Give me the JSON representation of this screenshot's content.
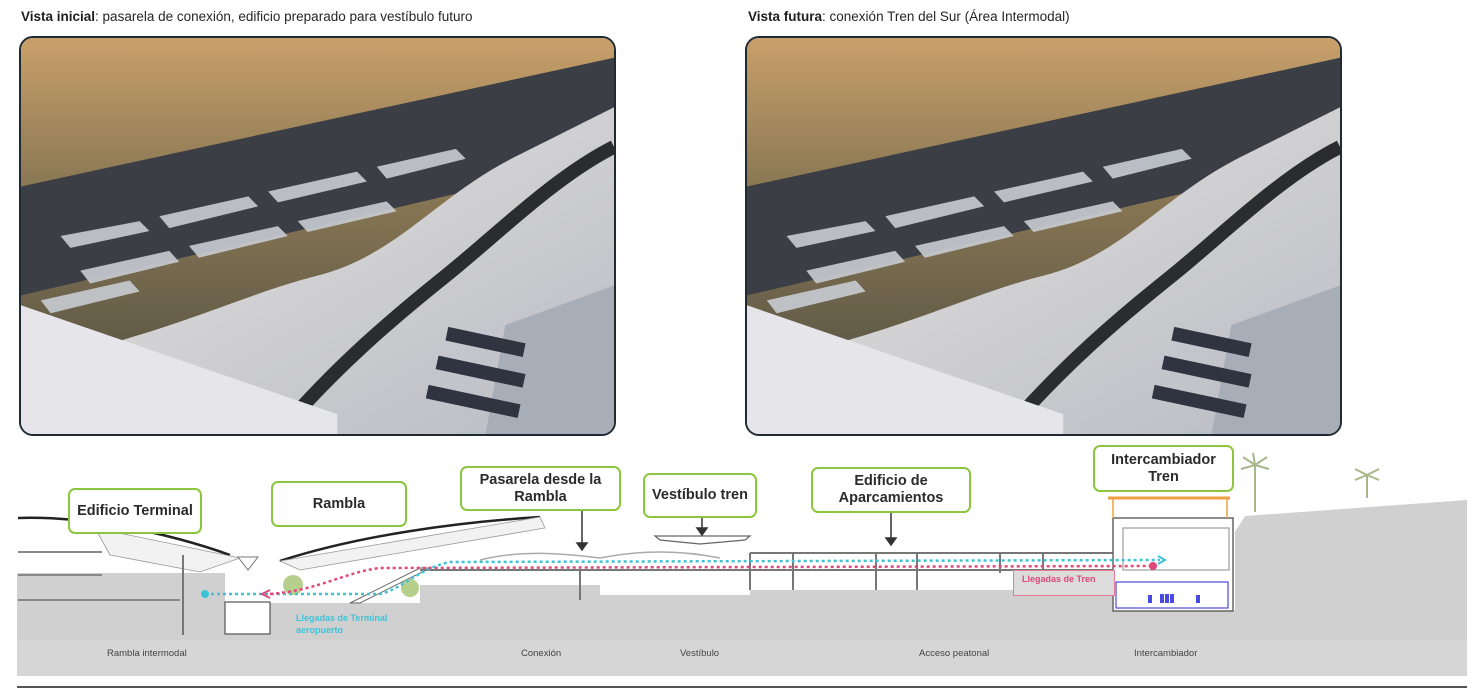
{
  "captions": {
    "left": {
      "bold": "Vista inicial",
      "rest": ": pasarela de conexión, edificio preparado para vestíbulo futuro"
    },
    "right": {
      "bold": "Vista futura",
      "rest": ": conexión Tren del Sur (Área Intermodal)"
    }
  },
  "renders": {
    "left": {
      "alt": "Aerial render of terminal roof and parking building - initial view"
    },
    "right": {
      "alt": "Aerial render of terminal roof and parking building - future view"
    }
  },
  "section": {
    "callouts": [
      {
        "id": "edificio-terminal",
        "text": "Edificio Terminal"
      },
      {
        "id": "rambla",
        "text": "Rambla"
      },
      {
        "id": "pasarela",
        "text": "Pasarela desde la Rambla"
      },
      {
        "id": "vestibulo-tren",
        "text": "Vestíbulo tren"
      },
      {
        "id": "edificio-aparcamientos",
        "text": "Edificio de Aparcamientos"
      },
      {
        "id": "intercambiador-tren",
        "text": "Intercambiador Tren"
      }
    ],
    "zones": [
      "Rambla intermodal",
      "Conexión",
      "Vestíbulo",
      "Acceso peatonal",
      "Intercambiador"
    ],
    "flows": {
      "terminal_arrivals": {
        "line1": "Llegadas de Terminal",
        "line2": "aeropuerto",
        "color": "#3cc4d6"
      },
      "train_arrivals": {
        "text": "Llegadas de Tren",
        "color": "#e0487a"
      }
    },
    "colors": {
      "callout_border": "#8cc63f",
      "ground": "#cfcfcf",
      "cyan_flow": "#3cc4d6",
      "pink_flow": "#e0487a",
      "platform_blue": "#4a4ae0",
      "canopy_orange": "#f0a040"
    }
  }
}
